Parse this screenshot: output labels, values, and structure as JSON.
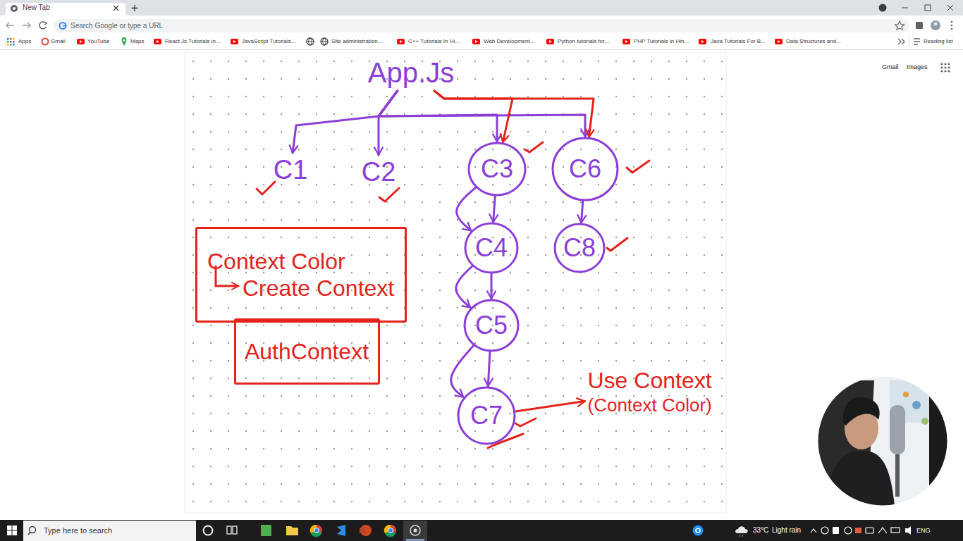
{
  "diagram": {
    "nodes": [
      {
        "text": [
          "App.Js"
        ]
      },
      {
        "text": [
          "C1"
        ]
      },
      {
        "text": [
          "C2"
        ]
      },
      {
        "text": [
          "C3"
        ]
      },
      {
        "text": [
          "C6"
        ]
      },
      {
        "text": [
          "Context Color",
          "Create Context"
        ]
      },
      {
        "text": [
          "C4"
        ]
      },
      {
        "text": [
          "C8"
        ]
      },
      {
        "text": [
          "AuthContext"
        ]
      },
      {
        "text": [
          "C5"
        ]
      },
      {
        "text": [
          "Use Context",
          "(Context Color)"
        ]
      },
      {
        "text": [
          "C7"
        ]
      }
    ],
    "edges": [
      {
        "from": 0,
        "to": 1,
        "arrow": "to"
      },
      {
        "from": 0,
        "to": 2,
        "arrow": "to"
      },
      {
        "from": 0,
        "to": 3,
        "arrow": "to"
      },
      {
        "from": 0,
        "to": 4,
        "arrow": "to"
      },
      {
        "from": 0,
        "to": 3,
        "arrow": "to"
      },
      {
        "from": 0,
        "to": 4,
        "arrow": "to"
      },
      {
        "from": 3,
        "to": 6,
        "arrow": "to"
      },
      {
        "from": 3,
        "to": 6,
        "arrow": "to"
      },
      {
        "from": 6,
        "to": 9,
        "arrow": "to"
      },
      {
        "from": 6,
        "to": 9,
        "arrow": "to"
      },
      {
        "from": 9,
        "to": 11,
        "arrow": "to"
      },
      {
        "from": 9,
        "to": 11,
        "arrow": "to"
      },
      {
        "from": 4,
        "to": 7,
        "arrow": "to"
      },
      {
        "from": 11,
        "to": 10,
        "arrow": "to"
      }
    ],
    "labels": [
      "New Tab",
      "Search Google or type a URL",
      "Apps",
      "Gmail",
      "YouTube",
      "Maps",
      "React Js Tutorials in...",
      "JavaScript Tutorials...",
      "Site administration...",
      "C++ Tutorials In Hi...",
      "Web Development...",
      "Python tutorials for...",
      "PHP Tutorials in Hin...",
      "Java Tutorials For B...",
      "Data Structures and...",
      "Reading list",
      "Gmail",
      "Images",
      "Type here to search",
      "33°C",
      "Light rain",
      "ENG"
    ]
  }
}
